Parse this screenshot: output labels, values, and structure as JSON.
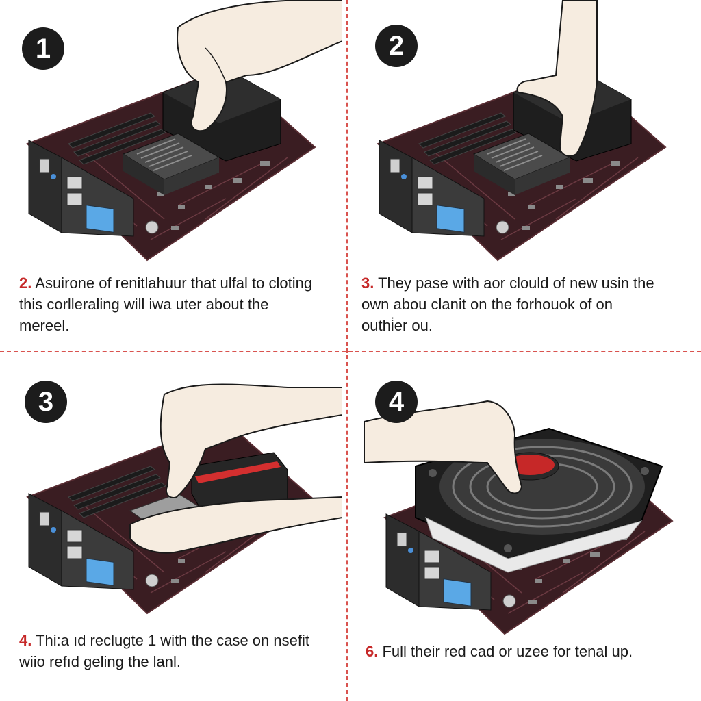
{
  "steps": [
    {
      "badge": "1",
      "caption_number": "2.",
      "caption_text": "Asuirone of renitlahuur that ulfal to cloting\nthis corlleraling will iwa uter about the\nmereel."
    },
    {
      "badge": "2",
      "caption_number": "3.",
      "caption_text": "They pase with aor clould of new usin the\nown abou clanit on the forhouok of on\nouthi̇er ou."
    },
    {
      "badge": "3",
      "caption_number": "4.",
      "caption_text": "Thi:a ıd reclugte 1 with the case on nsefit\nwiio refıd geling the lanl."
    },
    {
      "badge": "4",
      "caption_number": "6.",
      "caption_text": "Full their red cad or uzee for tenal up."
    }
  ],
  "colors": {
    "accent": "#c62828",
    "divider": "#d9534f",
    "badge": "#1c1c1c",
    "pcb": "#3a1d22",
    "skin": "#f6ece0"
  },
  "icons": [
    "motherboard-illustration",
    "hand-illustration",
    "cpu-cooler-illustration",
    "thermal-pad-illustration",
    "cpu-fan-illustration"
  ]
}
